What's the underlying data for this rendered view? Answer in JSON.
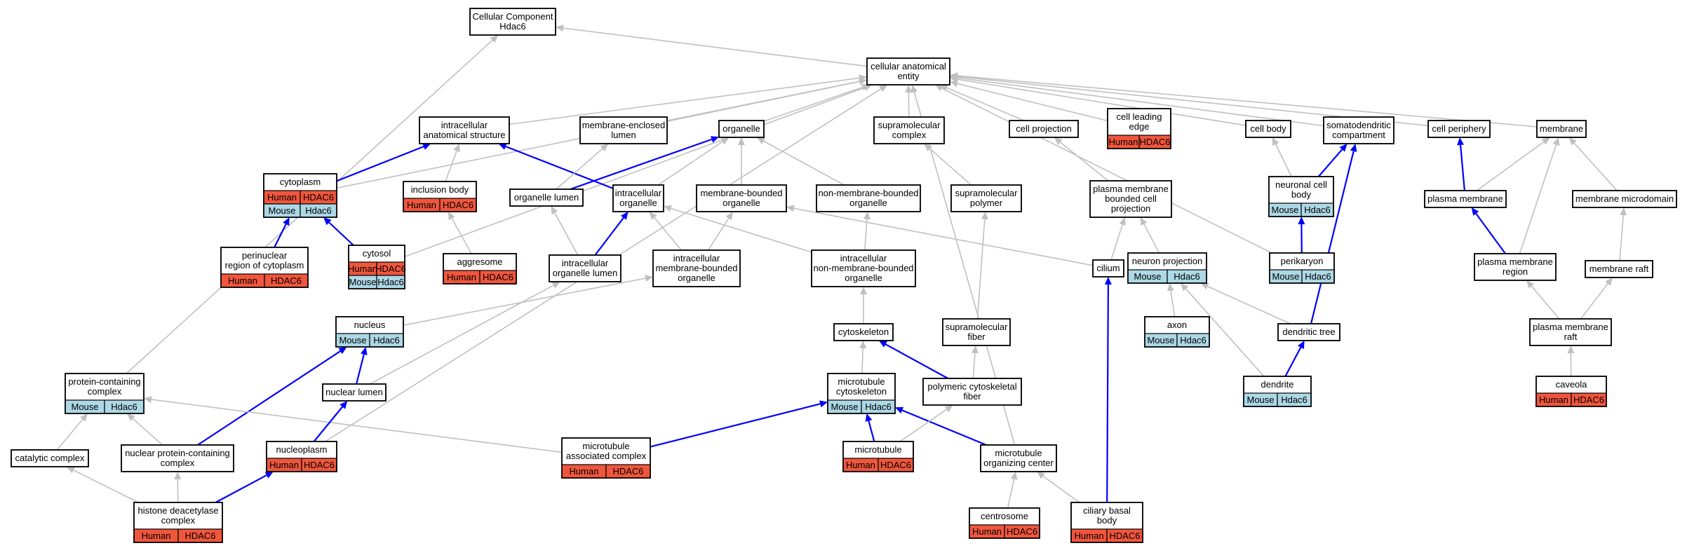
{
  "colors": {
    "human": "#f0563d",
    "mouse": "#add8e6",
    "edge_gray": "#c0c0c0",
    "edge_blue": "#0000ff",
    "node_border": "#000000"
  },
  "nodes": {
    "root": {
      "lines": [
        "Cellular Component",
        "Hdac6"
      ],
      "rows": []
    },
    "cellular_anatomical_entity": {
      "lines": [
        "cellular anatomical",
        "entity"
      ],
      "rows": []
    },
    "intracellular_anatomical_structure": {
      "lines": [
        "intracellular",
        "anatomical structure"
      ],
      "rows": []
    },
    "membrane_enclosed_lumen": {
      "lines": [
        "membrane-enclosed",
        "lumen"
      ],
      "rows": []
    },
    "organelle": {
      "lines": [
        "organelle"
      ],
      "rows": []
    },
    "supramolecular_complex": {
      "lines": [
        "supramolecular",
        "complex"
      ],
      "rows": []
    },
    "cell_projection": {
      "lines": [
        "cell projection"
      ],
      "rows": []
    },
    "cell_leading_edge": {
      "lines": [
        "cell leading",
        "edge"
      ],
      "rows": [
        [
          "Human",
          "HDAC6"
        ]
      ]
    },
    "cell_body": {
      "lines": [
        "cell body"
      ],
      "rows": []
    },
    "somatodendritic_compartment": {
      "lines": [
        "somatodendritic",
        "compartment"
      ],
      "rows": []
    },
    "cell_periphery": {
      "lines": [
        "cell periphery"
      ],
      "rows": []
    },
    "membrane": {
      "lines": [
        "membrane"
      ],
      "rows": []
    },
    "cytoplasm": {
      "lines": [
        "cytoplasm"
      ],
      "rows": [
        [
          "Human",
          "HDAC6"
        ],
        [
          "Mouse",
          "Hdac6"
        ]
      ]
    },
    "inclusion_body": {
      "lines": [
        "inclusion body"
      ],
      "rows": [
        [
          "Human",
          "HDAC6"
        ]
      ]
    },
    "organelle_lumen": {
      "lines": [
        "organelle lumen"
      ],
      "rows": []
    },
    "intracellular_organelle": {
      "lines": [
        "intracellular",
        "organelle"
      ],
      "rows": []
    },
    "membrane_bounded_organelle": {
      "lines": [
        "membrane-bounded",
        "organelle"
      ],
      "rows": []
    },
    "non_membrane_bounded_organelle": {
      "lines": [
        "non-membrane-bounded",
        "organelle"
      ],
      "rows": []
    },
    "supramolecular_polymer": {
      "lines": [
        "supramolecular",
        "polymer"
      ],
      "rows": []
    },
    "plasma_membrane_bounded_cell_projection": {
      "lines": [
        "plasma membrane",
        "bounded cell",
        "projection"
      ],
      "rows": []
    },
    "neuronal_cell_body": {
      "lines": [
        "neuronal cell",
        "body"
      ],
      "rows": [
        [
          "Mouse",
          "Hdac6"
        ]
      ]
    },
    "plasma_membrane": {
      "lines": [
        "plasma membrane"
      ],
      "rows": []
    },
    "membrane_microdomain": {
      "lines": [
        "membrane microdomain"
      ],
      "rows": []
    },
    "perinuclear_region": {
      "lines": [
        "perinuclear",
        "region of cytoplasm"
      ],
      "rows": [
        [
          "Human",
          "HDAC6"
        ]
      ]
    },
    "cytosol": {
      "lines": [
        "cytosol"
      ],
      "rows": [
        [
          "Human",
          "HDAC6"
        ],
        [
          "Mouse",
          "Hdac6"
        ]
      ]
    },
    "aggresome": {
      "lines": [
        "aggresome"
      ],
      "rows": [
        [
          "Human",
          "HDAC6"
        ]
      ]
    },
    "intracellular_organelle_lumen": {
      "lines": [
        "intracellular",
        "organelle lumen"
      ],
      "rows": []
    },
    "intracellular_membrane_bounded_organelle": {
      "lines": [
        "intracellular",
        "membrane-bounded",
        "organelle"
      ],
      "rows": []
    },
    "intracellular_non_membrane_bounded_organelle": {
      "lines": [
        "intracellular",
        "non-membrane-bounded",
        "organelle"
      ],
      "rows": []
    },
    "cilium": {
      "lines": [
        "cilium"
      ],
      "rows": []
    },
    "neuron_projection": {
      "lines": [
        "neuron projection"
      ],
      "rows": [
        [
          "Mouse",
          "Hdac6"
        ]
      ]
    },
    "perikaryon": {
      "lines": [
        "perikaryon"
      ],
      "rows": [
        [
          "Mouse",
          "Hdac6"
        ]
      ]
    },
    "plasma_membrane_region": {
      "lines": [
        "plasma membrane",
        "region"
      ],
      "rows": []
    },
    "membrane_raft": {
      "lines": [
        "membrane raft"
      ],
      "rows": []
    },
    "nucleus": {
      "lines": [
        "nucleus"
      ],
      "rows": [
        [
          "Mouse",
          "Hdac6"
        ]
      ]
    },
    "cytoskeleton": {
      "lines": [
        "cytoskeleton"
      ],
      "rows": []
    },
    "supramolecular_fiber": {
      "lines": [
        "supramolecular",
        "fiber"
      ],
      "rows": []
    },
    "axon": {
      "lines": [
        "axon"
      ],
      "rows": [
        [
          "Mouse",
          "Hdac6"
        ]
      ]
    },
    "dendritic_tree": {
      "lines": [
        "dendritic tree"
      ],
      "rows": []
    },
    "plasma_membrane_raft": {
      "lines": [
        "plasma membrane",
        "raft"
      ],
      "rows": []
    },
    "protein_containing_complex": {
      "lines": [
        "protein-containing",
        "complex"
      ],
      "rows": [
        [
          "Mouse",
          "Hdac6"
        ]
      ]
    },
    "nuclear_lumen": {
      "lines": [
        "nuclear lumen"
      ],
      "rows": []
    },
    "microtubule_cytoskeleton": {
      "lines": [
        "microtubule",
        "cytoskeleton"
      ],
      "rows": [
        [
          "Mouse",
          "Hdac6"
        ]
      ]
    },
    "polymeric_cytoskeletal_fiber": {
      "lines": [
        "polymeric cytoskeletal",
        "fiber"
      ],
      "rows": []
    },
    "dendrite": {
      "lines": [
        "dendrite"
      ],
      "rows": [
        [
          "Mouse",
          "Hdac6"
        ]
      ]
    },
    "caveola": {
      "lines": [
        "caveola"
      ],
      "rows": [
        [
          "Human",
          "HDAC6"
        ]
      ]
    },
    "catalytic_complex": {
      "lines": [
        "catalytic complex"
      ],
      "rows": []
    },
    "nuclear_protein_containing_complex": {
      "lines": [
        "nuclear protein-containing",
        "complex"
      ],
      "rows": []
    },
    "nucleoplasm": {
      "lines": [
        "nucleoplasm"
      ],
      "rows": [
        [
          "Human",
          "HDAC6"
        ]
      ]
    },
    "microtubule_associated_complex": {
      "lines": [
        "microtubule",
        "associated complex"
      ],
      "rows": [
        [
          "Human",
          "HDAC6"
        ]
      ]
    },
    "microtubule": {
      "lines": [
        "microtubule"
      ],
      "rows": [
        [
          "Human",
          "HDAC6"
        ]
      ]
    },
    "microtubule_organizing_center": {
      "lines": [
        "microtubule",
        "organizing center"
      ],
      "rows": []
    },
    "histone_deacetylase_complex": {
      "lines": [
        "histone deacetylase",
        "complex"
      ],
      "rows": [
        [
          "Human",
          "HDAC6"
        ]
      ]
    },
    "centrosome": {
      "lines": [
        "centrosome"
      ],
      "rows": [
        [
          "Human",
          "HDAC6"
        ]
      ]
    },
    "ciliary_basal_body": {
      "lines": [
        "ciliary basal",
        "body"
      ],
      "rows": [
        [
          "Human",
          "HDAC6"
        ]
      ]
    }
  },
  "edges": [
    {
      "from": "cellular_anatomical_entity",
      "to": "root",
      "color": "gray"
    },
    {
      "from": "protein_containing_complex",
      "to": "root",
      "color": "gray"
    },
    {
      "from": "intracellular_anatomical_structure",
      "to": "cellular_anatomical_entity",
      "color": "gray"
    },
    {
      "from": "membrane_enclosed_lumen",
      "to": "cellular_anatomical_entity",
      "color": "gray"
    },
    {
      "from": "organelle",
      "to": "cellular_anatomical_entity",
      "color": "gray"
    },
    {
      "from": "supramolecular_complex",
      "to": "cellular_anatomical_entity",
      "color": "gray"
    },
    {
      "from": "cell_projection",
      "to": "cellular_anatomical_entity",
      "color": "gray"
    },
    {
      "from": "cell_leading_edge",
      "to": "cellular_anatomical_entity",
      "color": "gray"
    },
    {
      "from": "cell_body",
      "to": "cellular_anatomical_entity",
      "color": "gray"
    },
    {
      "from": "somatodendritic_compartment",
      "to": "cellular_anatomical_entity",
      "color": "gray"
    },
    {
      "from": "cell_periphery",
      "to": "cellular_anatomical_entity",
      "color": "gray"
    },
    {
      "from": "membrane",
      "to": "cellular_anatomical_entity",
      "color": "gray"
    },
    {
      "from": "cytoplasm",
      "to": "cellular_anatomical_entity",
      "color": "gray"
    },
    {
      "from": "cytosol",
      "to": "cellular_anatomical_entity",
      "color": "gray"
    },
    {
      "from": "nucleoplasm",
      "to": "cellular_anatomical_entity",
      "color": "gray"
    },
    {
      "from": "microtubule_organizing_center",
      "to": "cellular_anatomical_entity",
      "color": "gray"
    },
    {
      "from": "perikaryon",
      "to": "cellular_anatomical_entity",
      "color": "gray"
    },
    {
      "from": "cytoplasm",
      "to": "intracellular_anatomical_structure",
      "color": "blue"
    },
    {
      "from": "inclusion_body",
      "to": "intracellular_anatomical_structure",
      "color": "gray"
    },
    {
      "from": "intracellular_organelle",
      "to": "intracellular_anatomical_structure",
      "color": "blue"
    },
    {
      "from": "organelle_lumen",
      "to": "membrane_enclosed_lumen",
      "color": "gray"
    },
    {
      "from": "organelle_lumen",
      "to": "organelle",
      "color": "blue"
    },
    {
      "from": "intracellular_organelle",
      "to": "organelle",
      "color": "gray"
    },
    {
      "from": "membrane_bounded_organelle",
      "to": "organelle",
      "color": "gray"
    },
    {
      "from": "non_membrane_bounded_organelle",
      "to": "organelle",
      "color": "gray"
    },
    {
      "from": "supramolecular_polymer",
      "to": "supramolecular_complex",
      "color": "gray"
    },
    {
      "from": "plasma_membrane_bounded_cell_projection",
      "to": "cell_projection",
      "color": "gray"
    },
    {
      "from": "neuronal_cell_body",
      "to": "cell_body",
      "color": "gray"
    },
    {
      "from": "neuronal_cell_body",
      "to": "somatodendritic_compartment",
      "color": "blue"
    },
    {
      "from": "dendritic_tree",
      "to": "somatodendritic_compartment",
      "color": "blue"
    },
    {
      "from": "plasma_membrane",
      "to": "cell_periphery",
      "color": "blue"
    },
    {
      "from": "plasma_membrane",
      "to": "membrane",
      "color": "gray"
    },
    {
      "from": "plasma_membrane_region",
      "to": "membrane",
      "color": "gray"
    },
    {
      "from": "membrane_microdomain",
      "to": "membrane",
      "color": "gray"
    },
    {
      "from": "perinuclear_region",
      "to": "cytoplasm",
      "color": "blue"
    },
    {
      "from": "cytosol",
      "to": "cytoplasm",
      "color": "blue"
    },
    {
      "from": "aggresome",
      "to": "inclusion_body",
      "color": "gray"
    },
    {
      "from": "intracellular_organelle_lumen",
      "to": "organelle_lumen",
      "color": "gray"
    },
    {
      "from": "intracellular_organelle_lumen",
      "to": "intracellular_organelle",
      "color": "blue"
    },
    {
      "from": "intracellular_membrane_bounded_organelle",
      "to": "intracellular_organelle",
      "color": "gray"
    },
    {
      "from": "intracellular_non_membrane_bounded_organelle",
      "to": "intracellular_organelle",
      "color": "gray"
    },
    {
      "from": "intracellular_membrane_bounded_organelle",
      "to": "membrane_bounded_organelle",
      "color": "gray"
    },
    {
      "from": "intracellular_non_membrane_bounded_organelle",
      "to": "non_membrane_bounded_organelle",
      "color": "gray"
    },
    {
      "from": "cilium",
      "to": "membrane_bounded_organelle",
      "color": "gray"
    },
    {
      "from": "supramolecular_fiber",
      "to": "supramolecular_polymer",
      "color": "gray"
    },
    {
      "from": "cilium",
      "to": "plasma_membrane_bounded_cell_projection",
      "color": "gray"
    },
    {
      "from": "neuron_projection",
      "to": "plasma_membrane_bounded_cell_projection",
      "color": "gray"
    },
    {
      "from": "perikaryon",
      "to": "neuronal_cell_body",
      "color": "blue"
    },
    {
      "from": "plasma_membrane_region",
      "to": "plasma_membrane",
      "color": "blue"
    },
    {
      "from": "membrane_raft",
      "to": "membrane_microdomain",
      "color": "gray"
    },
    {
      "from": "nucleus",
      "to": "intracellular_membrane_bounded_organelle",
      "color": "gray"
    },
    {
      "from": "nuclear_lumen",
      "to": "intracellular_organelle_lumen",
      "color": "gray"
    },
    {
      "from": "cytoskeleton",
      "to": "intracellular_non_membrane_bounded_organelle",
      "color": "gray"
    },
    {
      "from": "ciliary_basal_body",
      "to": "cilium",
      "color": "blue"
    },
    {
      "from": "axon",
      "to": "neuron_projection",
      "color": "gray"
    },
    {
      "from": "dendritic_tree",
      "to": "neuron_projection",
      "color": "gray"
    },
    {
      "from": "dendrite",
      "to": "neuron_projection",
      "color": "gray"
    },
    {
      "from": "plasma_membrane_raft",
      "to": "plasma_membrane_region",
      "color": "gray"
    },
    {
      "from": "plasma_membrane_raft",
      "to": "membrane_raft",
      "color": "gray"
    },
    {
      "from": "nuclear_lumen",
      "to": "nucleus",
      "color": "blue"
    },
    {
      "from": "nuclear_protein_containing_complex",
      "to": "nucleus",
      "color": "blue"
    },
    {
      "from": "microtubule_cytoskeleton",
      "to": "cytoskeleton",
      "color": "gray"
    },
    {
      "from": "polymeric_cytoskeletal_fiber",
      "to": "cytoskeleton",
      "color": "blue"
    },
    {
      "from": "polymeric_cytoskeletal_fiber",
      "to": "supramolecular_fiber",
      "color": "gray"
    },
    {
      "from": "dendrite",
      "to": "dendritic_tree",
      "color": "blue"
    },
    {
      "from": "caveola",
      "to": "plasma_membrane_raft",
      "color": "gray"
    },
    {
      "from": "catalytic_complex",
      "to": "protein_containing_complex",
      "color": "gray"
    },
    {
      "from": "nuclear_protein_containing_complex",
      "to": "protein_containing_complex",
      "color": "gray"
    },
    {
      "from": "microtubule_associated_complex",
      "to": "protein_containing_complex",
      "color": "gray"
    },
    {
      "from": "nucleoplasm",
      "to": "nuclear_lumen",
      "color": "blue"
    },
    {
      "from": "microtubule",
      "to": "microtubule_cytoskeleton",
      "color": "blue"
    },
    {
      "from": "microtubule_associated_complex",
      "to": "microtubule_cytoskeleton",
      "color": "blue"
    },
    {
      "from": "microtubule_organizing_center",
      "to": "microtubule_cytoskeleton",
      "color": "blue"
    },
    {
      "from": "microtubule",
      "to": "polymeric_cytoskeletal_fiber",
      "color": "gray"
    },
    {
      "from": "histone_deacetylase_complex",
      "to": "catalytic_complex",
      "color": "gray"
    },
    {
      "from": "histone_deacetylase_complex",
      "to": "nuclear_protein_containing_complex",
      "color": "gray"
    },
    {
      "from": "histone_deacetylase_complex",
      "to": "nucleoplasm",
      "color": "blue"
    },
    {
      "from": "centrosome",
      "to": "microtubule_organizing_center",
      "color": "gray"
    },
    {
      "from": "ciliary_basal_body",
      "to": "microtubule_organizing_center",
      "color": "gray"
    }
  ]
}
